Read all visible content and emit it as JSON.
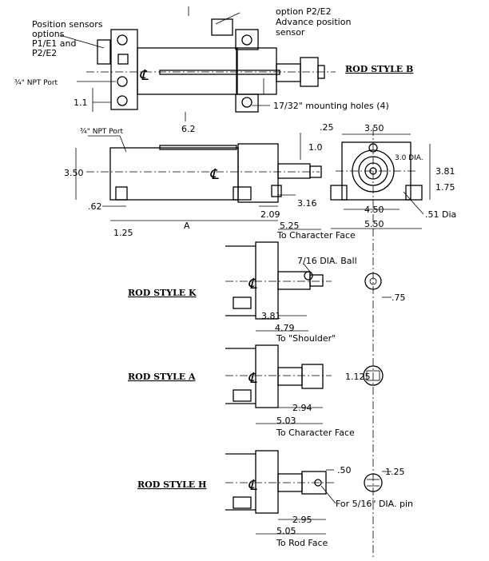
{
  "callouts": {
    "position_sensors": [
      "Position sensors",
      "options",
      "P1/E1  and",
      "P2/E2"
    ],
    "advance_sensor": [
      "option P2/E2",
      "Advance position",
      "sensor"
    ],
    "npt_port_top": "¾\" NPT Port",
    "npt_port_side": "¾\" NPT Port",
    "mounting_holes": "17/32\" mounting holes (4)",
    "ball": "7/16 DIA. Ball",
    "pin": "For 5/16\" DIA. pin",
    "centerline_symbol": "℄"
  },
  "styles": {
    "B": "ROD STYLE B",
    "K": "ROD STYLE K",
    "A": "ROD STYLE A",
    "H": "ROD STYLE H"
  },
  "dims": {
    "top_1_1": "1.1",
    "top_6_2": "6.2",
    "side_25": ".25",
    "side_1_0": "1.0",
    "side_3_50_left": "3.50",
    "side_62": ".62",
    "side_1_25": "1.25",
    "side_A": "A",
    "side_2_09": "2.09",
    "side_3_16": "3.16",
    "side_5_25": "5.25",
    "side_5_25_note": "To Character Face",
    "end_3_50": "3.50",
    "end_3_0_dia": "3.0 DIA.",
    "end_3_81": "3.81",
    "end_1_75": "1.75",
    "end_4_50": "4.50",
    "end_5_50": "5.50",
    "end_51_dia": ".51 Dia",
    "k_3_81": "3.81",
    "k_4_79": "4.79",
    "k_note": "To \"Shoulder\"",
    "k_75": ".75",
    "a_2_94": "2.94",
    "a_5_03": "5.03",
    "a_note": "To Character Face",
    "a_1_125": "1.125",
    "h_50": ".50",
    "h_1_25": "1.25",
    "h_2_95": "2.95",
    "h_5_05": "5.05",
    "h_note": "To Rod Face"
  }
}
